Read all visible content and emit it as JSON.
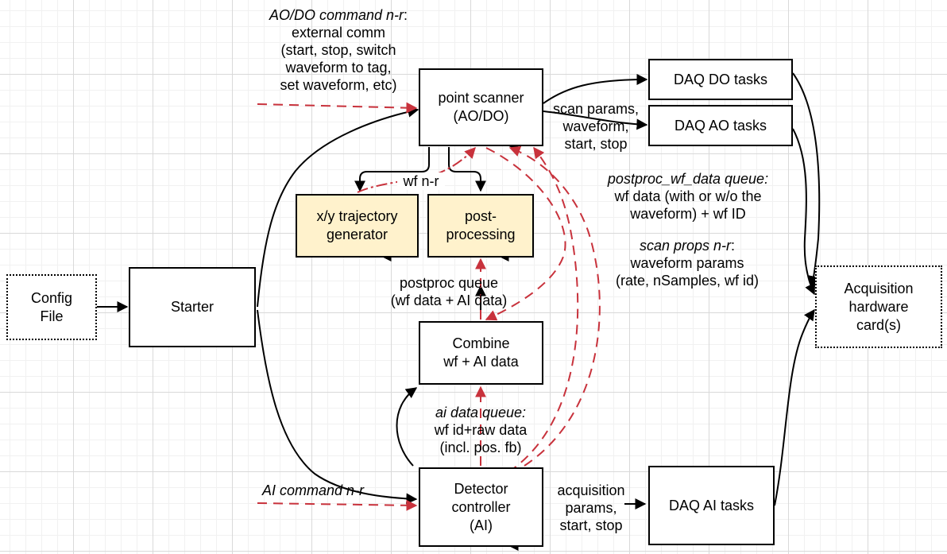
{
  "nodes": {
    "config_file": "Config\nFile",
    "starter": "Starter",
    "point_scanner": "point scanner\n(AO/DO)",
    "daq_do": "DAQ DO tasks",
    "daq_ao": "DAQ AO tasks",
    "xy_trajectory": "x/y trajectory\ngenerator",
    "post_processing": "post-\nprocessing",
    "combine": "Combine\nwf + AI data",
    "detector_controller": "Detector\ncontroller\n(AI)",
    "daq_ai": "DAQ AI tasks",
    "acquisition_card": "Acquisition\nhardware\ncard(s)"
  },
  "labels": {
    "ao_do_command_title": "AO/DO command n-r",
    "ao_do_command_colon": ":",
    "ao_do_command_lines": [
      "external comm",
      "(start, stop, switch",
      "waveform to tag,",
      "set waveform, etc)"
    ],
    "scan_params_lines": [
      "scan params,",
      "waveform,",
      "start, stop"
    ],
    "wf_nr": "wf n-r",
    "postproc_wf_queue_title": "postproc_wf_data queue:",
    "postproc_wf_queue_lines": [
      "wf data (with or w/o the",
      "waveform) + wf ID"
    ],
    "scan_props_title": "scan props n-r",
    "scan_props_colon": ":",
    "scan_props_lines": [
      "waveform params",
      "(rate, nSamples, wf id)"
    ],
    "postproc_queue_lines": [
      "postproc queue",
      "(wf data + AI data)"
    ],
    "ai_data_queue_title": "ai data queue:",
    "ai_data_queue_lines": [
      "wf id+raw data",
      "(incl. pos. fb)"
    ],
    "ai_command": "AI command n-r",
    "acq_params_lines": [
      "acquisition",
      "params,",
      "start, stop"
    ]
  },
  "colors": {
    "box_border": "#000000",
    "box_fill": "#ffffff",
    "highlight_fill": "#fff2cc",
    "signal_red": "#c8323c",
    "grid_major": "#d9d9d9",
    "grid_minor": "#f1f1f1"
  }
}
